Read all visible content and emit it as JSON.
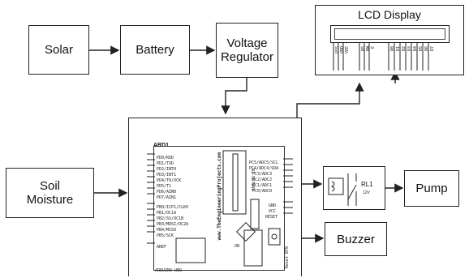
{
  "blocks": {
    "solar": "Solar",
    "battery": "Battery",
    "regulator_line1": "Voltage",
    "regulator_line2": "Regulator",
    "lcd_title": "LCD Display",
    "soil_line1": "Soil",
    "soil_line2": "Moisture",
    "pump": "Pump",
    "buzzer": "Buzzer"
  },
  "arduino": {
    "name": "ARD1",
    "model": "ARDUINO UNO",
    "url": "www.TheEngineeringProjects.com",
    "left_pins": [
      "PD0/RXD",
      "PD1/TXD",
      "PD2/INT0",
      "PD3/INT1",
      "PD4/T0/XCK",
      "PD5/T1",
      "PD6/AIN0",
      "PD7/AIN1",
      "PB0/ICP1/CLKO",
      "PB1/OC1A",
      "PB2/SS/OC1B",
      "PB3/MOSI/OC2A",
      "PB4/MISO",
      "PB5/SCK",
      "AREF"
    ],
    "right_pins": [
      "PC5/ADC5/SCL",
      "PC4/ADC4/SDA",
      "PC3/ADC3",
      "PC2/ADC2",
      "PC1/ADC1",
      "PC0/ADC0",
      "GND",
      "VCC",
      "RESET"
    ],
    "analog_label": "ANALOG IN",
    "reset_label": "Reset BTN",
    "on_label": "ON"
  },
  "lcd_pins": [
    "VSS",
    "VDD",
    "VEE",
    "RS",
    "RW",
    "E",
    "D0",
    "D1",
    "D2",
    "D3",
    "D4",
    "D5",
    "D6",
    "D7"
  ],
  "relay": {
    "name": "RL1",
    "voltage": "12V"
  }
}
